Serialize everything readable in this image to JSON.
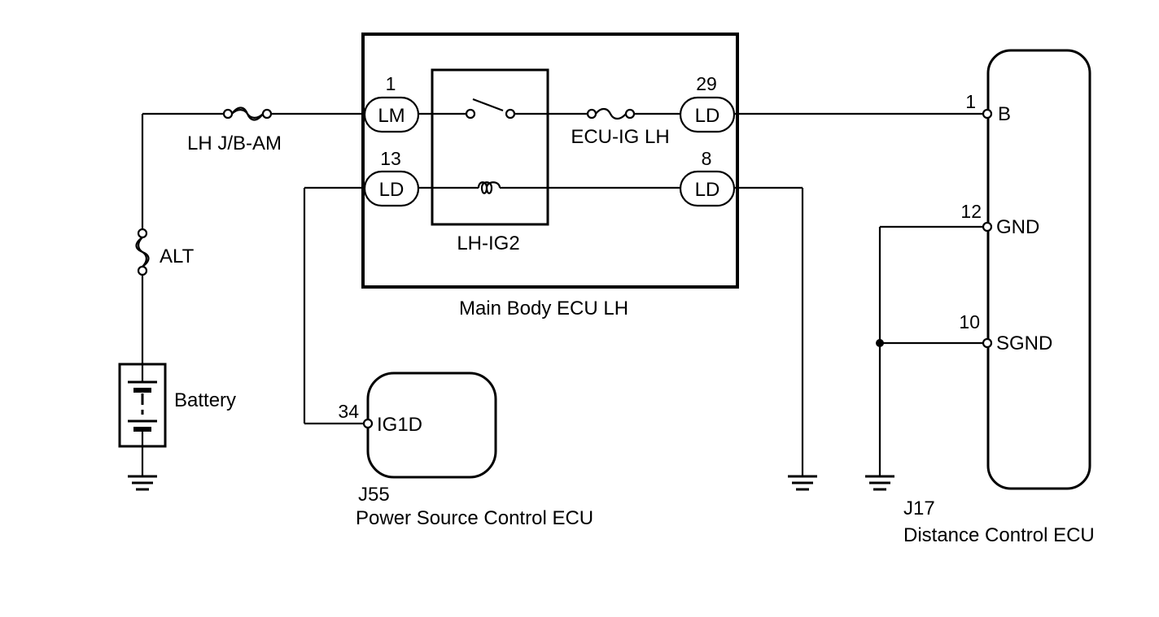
{
  "colors": {
    "line": "#000000",
    "background": "#ffffff"
  },
  "fuses": {
    "lh_jb_am": "LH J/B-AM",
    "alt": "ALT",
    "ecu_ig_lh": "ECU-IG LH"
  },
  "battery": {
    "label": "Battery"
  },
  "main_body_ecu": {
    "name": "Main Body ECU LH",
    "relay_label": "LH-IG2",
    "pins": [
      {
        "num": "1",
        "label": "LM"
      },
      {
        "num": "13",
        "label": "LD"
      },
      {
        "num": "29",
        "label": "LD"
      },
      {
        "num": "8",
        "label": "LD"
      }
    ]
  },
  "power_source_ecu": {
    "code": "J55",
    "name": "Power Source Control ECU",
    "pin_num": "34",
    "pin_label": "IG1D"
  },
  "distance_control_ecu": {
    "code": "J17",
    "name": "Distance Control ECU",
    "pins": [
      {
        "num": "1",
        "label": "B"
      },
      {
        "num": "12",
        "label": "GND"
      },
      {
        "num": "10",
        "label": "SGND"
      }
    ]
  }
}
